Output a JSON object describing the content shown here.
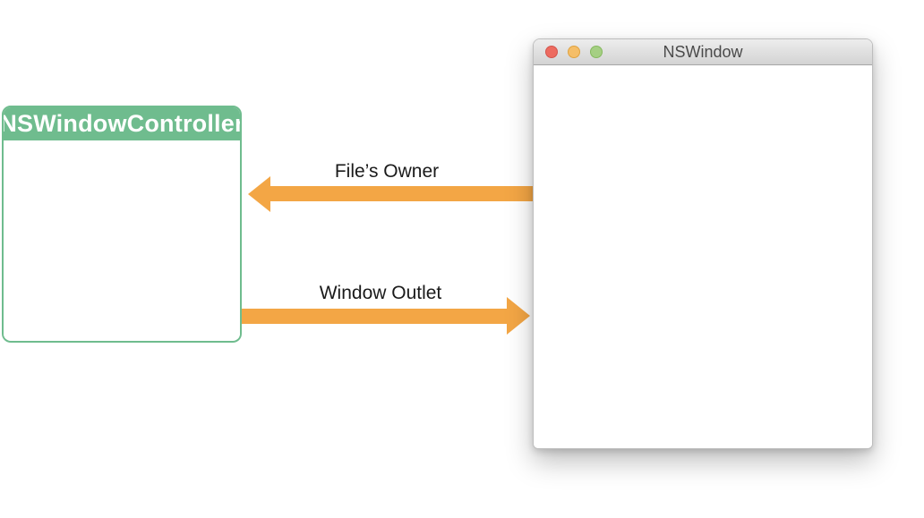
{
  "colors": {
    "controller-green": "#6FBC8E",
    "arrow-orange": "#F3A645",
    "titlebar-top": "#EDEDED",
    "titlebar-bottom": "#D3D3D3",
    "traffic-red": "#ED6B60",
    "traffic-yellow": "#F5BE68",
    "traffic-green": "#A5CF83",
    "window-title-color": "#4A4A4A"
  },
  "controller": {
    "title": "NSWindowController"
  },
  "nswindow": {
    "title": "NSWindow",
    "traffic_lights": [
      "close",
      "minimize",
      "zoom"
    ]
  },
  "arrows": {
    "files_owner": {
      "label": "File’s Owner",
      "direction": "left"
    },
    "window_outlet": {
      "label": "Window Outlet",
      "direction": "right"
    }
  }
}
